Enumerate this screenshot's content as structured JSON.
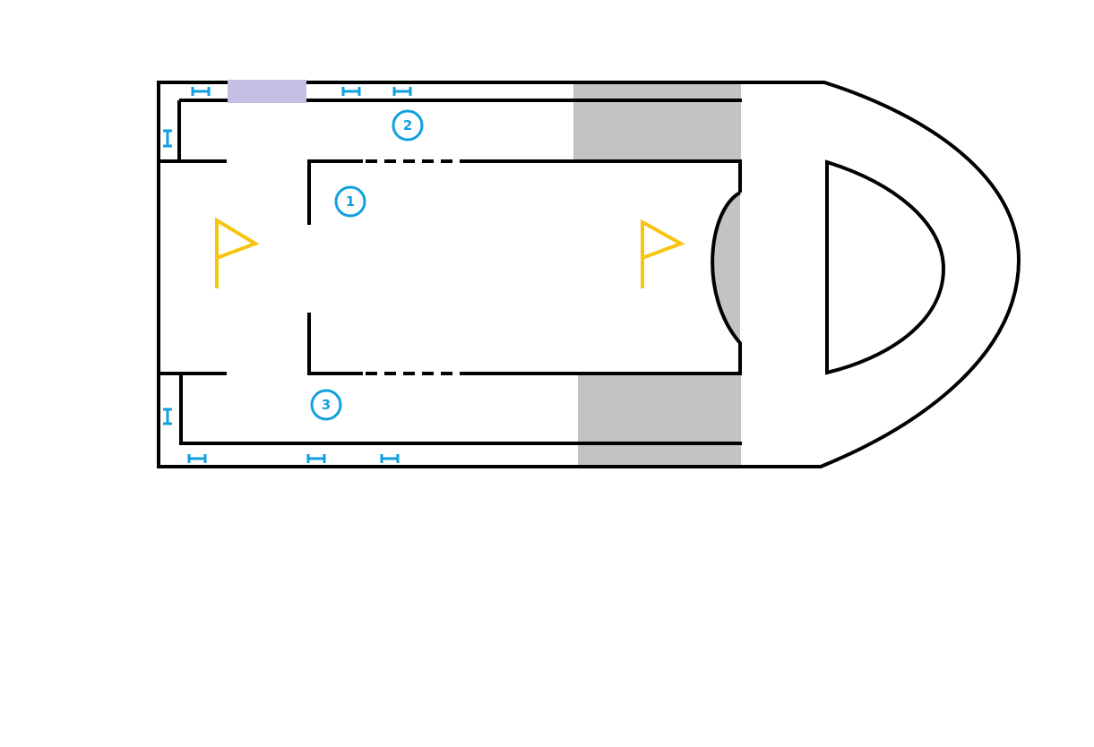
{
  "colors": {
    "wall": "#000000",
    "zone_gray": "#c3c3c3",
    "purple_zone": "#c5bfe6",
    "marker_blue": "#10a0e0",
    "flag_yellow": "#f7c511"
  },
  "markers": [
    {
      "label": "1",
      "icon": "numbered-circle"
    },
    {
      "label": "2",
      "icon": "numbered-circle"
    },
    {
      "label": "3",
      "icon": "numbered-circle"
    }
  ],
  "flags": [
    "flag-icon",
    "flag-icon"
  ]
}
